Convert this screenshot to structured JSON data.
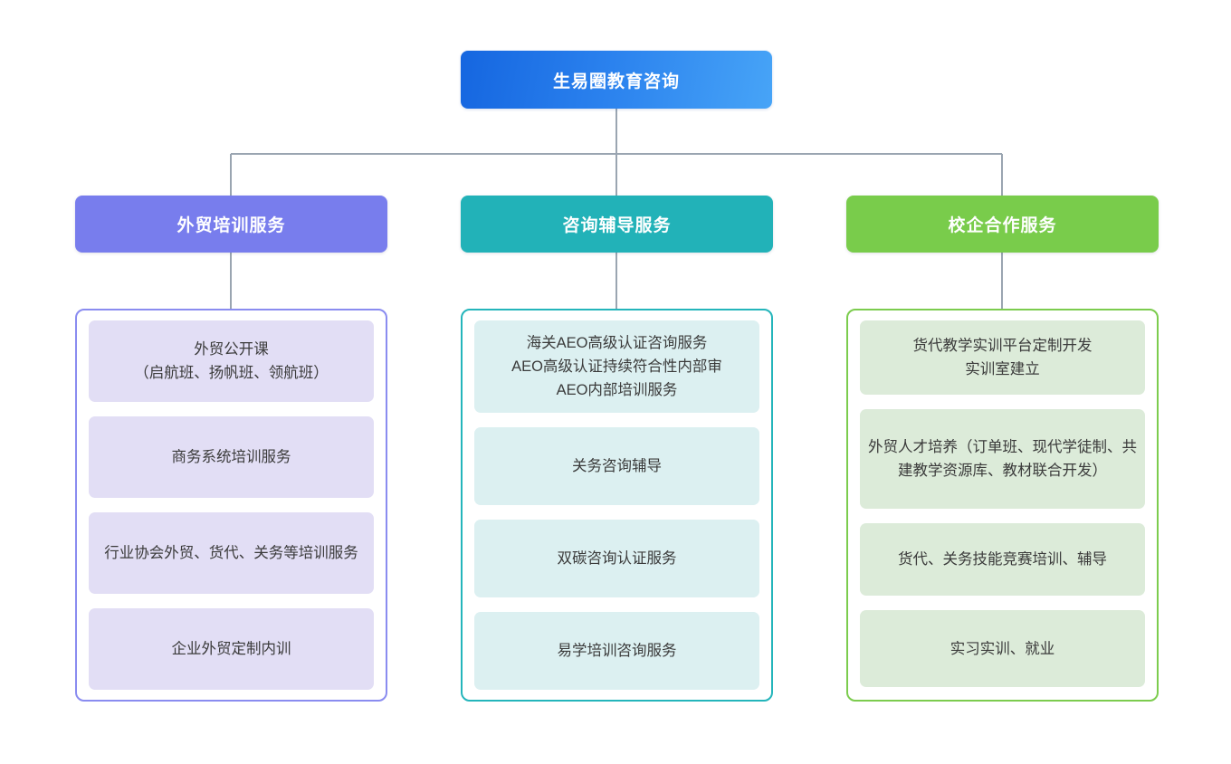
{
  "diagram": {
    "type": "organization-chart",
    "root": {
      "label": "生易圈教育咨询",
      "gradient_from": "#1566e0",
      "gradient_to": "#47a4f7"
    },
    "connector_color": "#9aa5b1",
    "branches": [
      {
        "label": "外贸培训服务",
        "header_color": "#787ded",
        "panel_border_color": "#8a8cf0",
        "item_color": "#e2def5",
        "items": [
          "外贸公开课\n（启航班、扬帆班、领航班）",
          "商务系统培训服务",
          "行业协会外贸、货代、关务等培训服务",
          "企业外贸定制内训"
        ]
      },
      {
        "label": "咨询辅导服务",
        "header_color": "#22b2b8",
        "panel_border_color": "#24b5bb",
        "item_color": "#dcf0f1",
        "items": [
          "海关AEO高级认证咨询服务\nAEO高级认证持续符合性内部审\nAEO内部培训服务",
          "关务咨询辅导",
          "双碳咨询认证服务",
          "易学培训咨询服务"
        ]
      },
      {
        "label": "校企合作服务",
        "header_color": "#79cc4b",
        "panel_border_color": "#7ccc4e",
        "item_color": "#dcebd9",
        "items": [
          "货代教学实训平台定制开发\n实训室建立",
          "外贸人才培养（订单班、现代学徒制、共建教学资源库、教材联合开发）",
          "货代、关务技能竞赛培训、辅导",
          "实习实训、就业"
        ]
      }
    ]
  }
}
